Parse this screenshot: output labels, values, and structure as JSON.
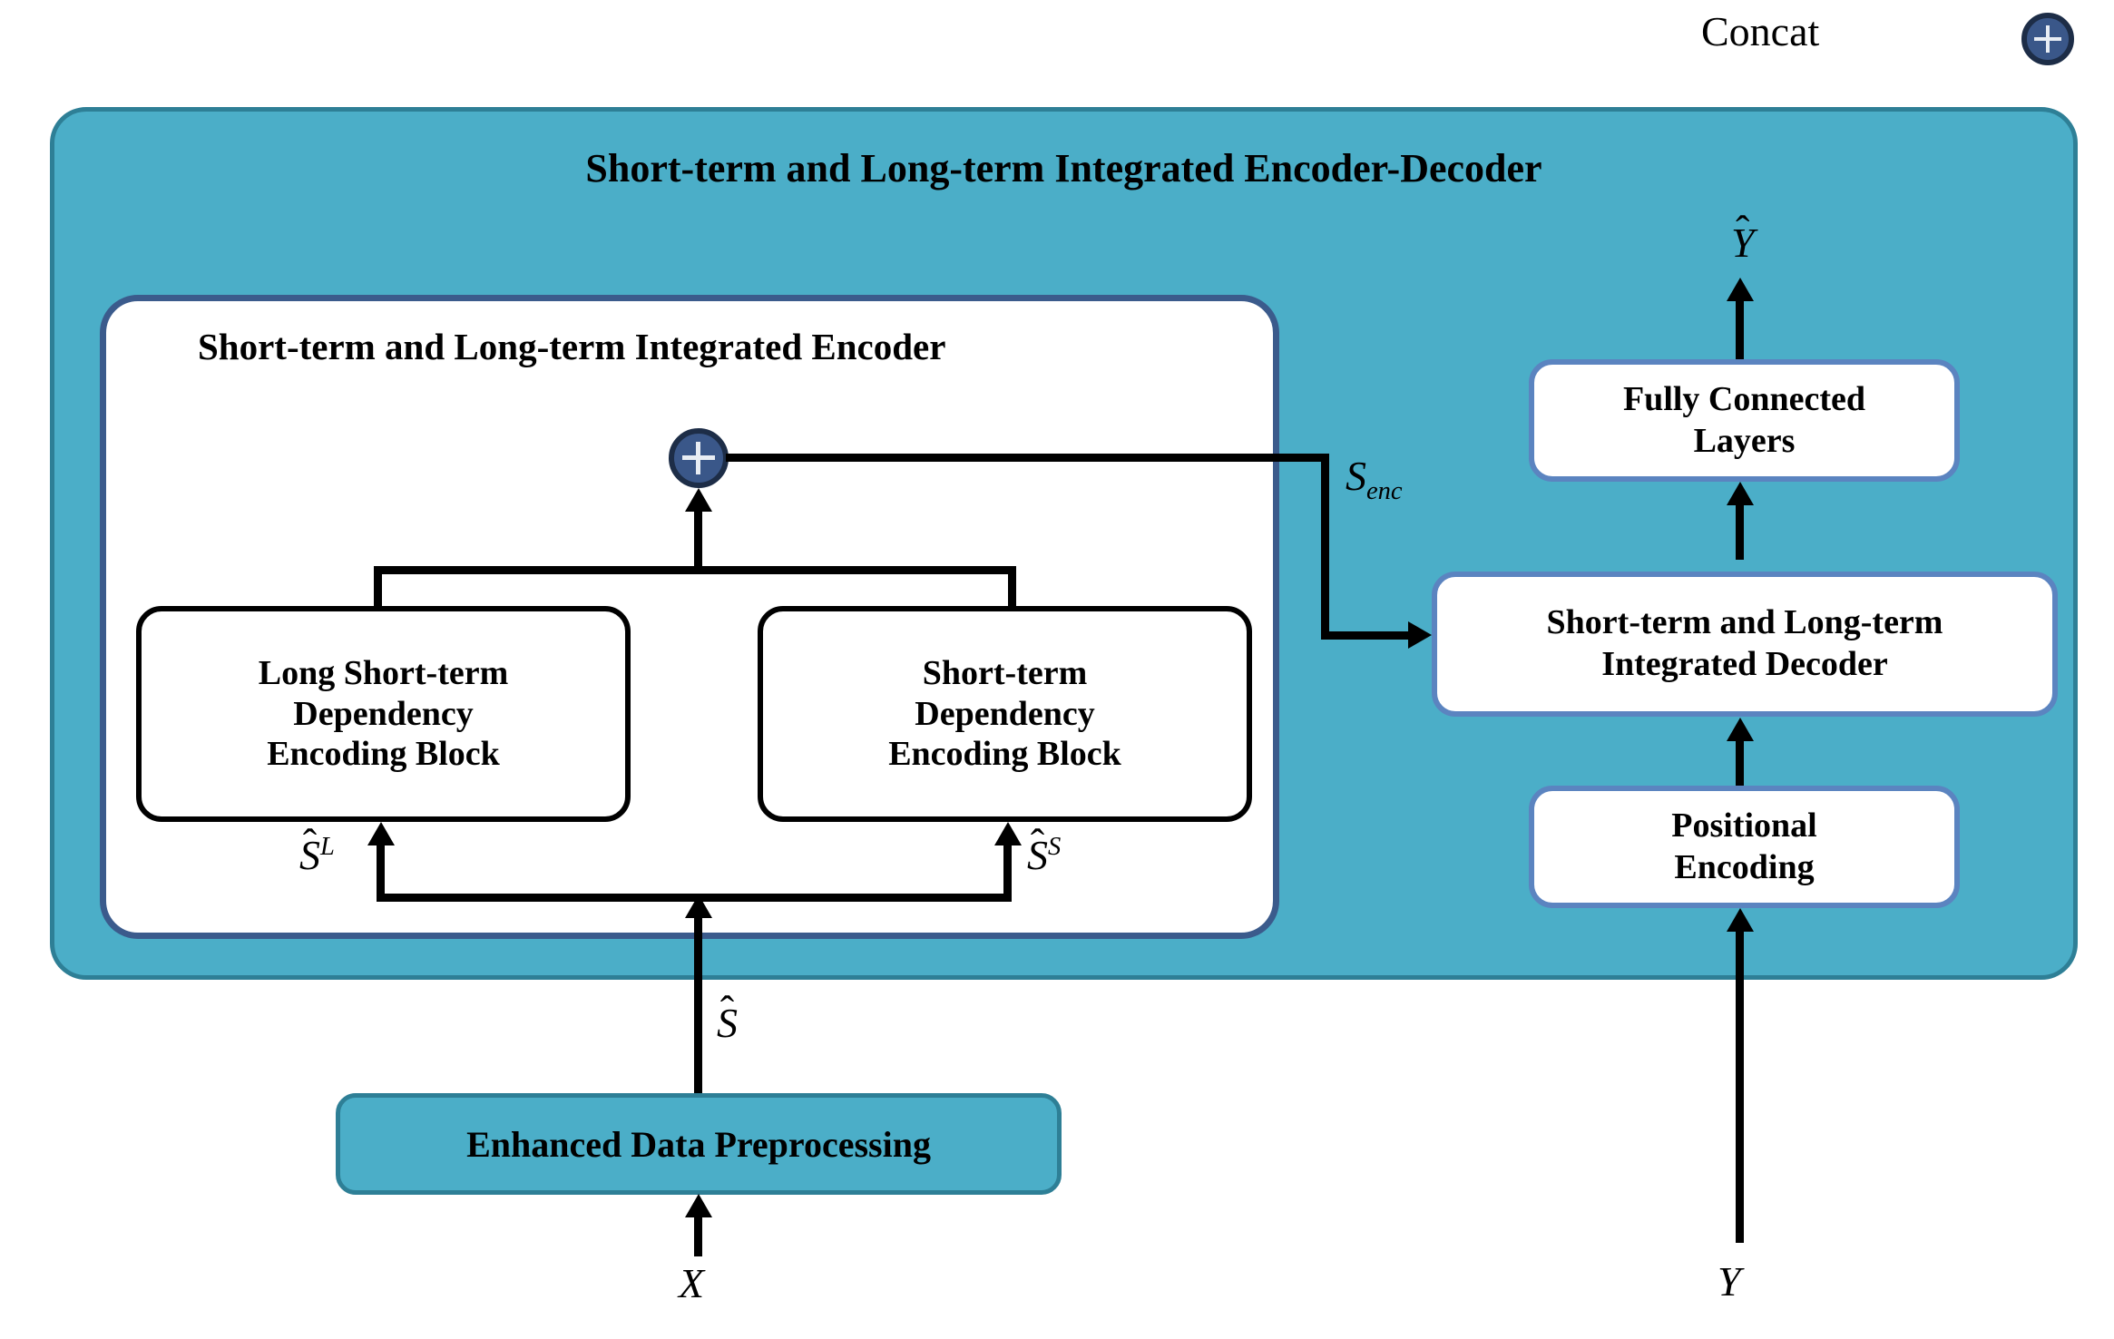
{
  "legend": {
    "concat_label": "Concat",
    "concat_icon": "plus-circle-icon"
  },
  "panel": {
    "title": "Short-term and Long-term Integrated Encoder-Decoder"
  },
  "encoder_panel": {
    "title": "Short-term and Long-term Integrated Encoder",
    "blocks": [
      {
        "id": "long-short-term-dependency-encoding-block",
        "label": "Long Short-term\nDependency\nEncoding Block"
      },
      {
        "id": "short-term-dependency-encoding-block",
        "label": "Short-term\nDependency\nEncoding Block"
      }
    ],
    "concat_icon": "plus-circle-icon"
  },
  "right_column": {
    "fully_connected": "Fully Connected\nLayers",
    "decoder": "Short-term and Long-term\nIntegrated Decoder",
    "positional_encoding": "Positional\nEncoding"
  },
  "preprocessing": {
    "label": "Enhanced Data Preprocessing"
  },
  "signals": {
    "input_x": "X",
    "input_y": "Y",
    "output_yhat": "Y",
    "s_hat": "S",
    "s_hat_long": "S",
    "s_hat_long_sup": "L",
    "s_hat_short": "S",
    "s_hat_short_sup": "S",
    "s_enc": "S",
    "s_enc_sub": "enc"
  },
  "colors": {
    "teal_fill": "#4BAEC8",
    "teal_border": "#2E7F96",
    "navy_border": "#3B5B8C",
    "blue_border": "#5B84C0",
    "concat_fill": "#3A5789",
    "concat_ring": "#1D2D47",
    "line": "#000000"
  }
}
